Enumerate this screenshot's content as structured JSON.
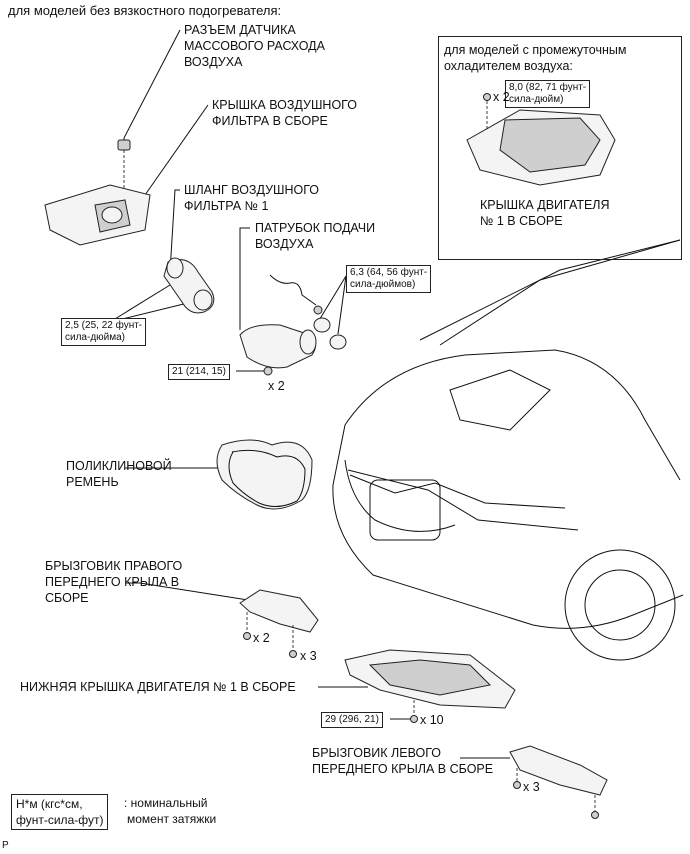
{
  "header": "для моделей без вязкостного подогревателя:",
  "inset": {
    "title_line1": "для моделей с промежуточным",
    "title_line2": "охладителем воздуха:",
    "torque_line1": "8,0 (82, 71 фунт-",
    "torque_line2": "сила-дюйм)",
    "qty": "x 2",
    "part_line1": "КРЫШКА ДВИГАТЕЛЯ",
    "part_line2": "№ 1 В СБОРЕ"
  },
  "labels": {
    "maf_1": "РАЗЪЕМ ДАТЧИКА",
    "maf_2": "МАССОВОГО РАСХОДА",
    "maf_3": "ВОЗДУХА",
    "filter_1": "КРЫШКА ВОЗДУШНОГО",
    "filter_2": "ФИЛЬТРА В СБОРЕ",
    "hose_1": "ШЛАНГ ВОЗДУШНОГО",
    "hose_2": "ФИЛЬТРА № 1",
    "intake_1": "ПАТРУБОК ПОДАЧИ",
    "intake_2": "ВОЗДУХА",
    "belt_1": "ПОЛИКЛИНОВОЙ",
    "belt_2": "РЕМЕНЬ",
    "rshield_1": "БРЫЗГОВИК ПРАВОГО",
    "rshield_2": "ПЕРЕДНЕГО КРЫЛА В",
    "rshield_3": "СБОРЕ",
    "under": "НИЖНЯЯ КРЫШКА ДВИГАТЕЛЯ № 1 В СБОРЕ",
    "lshield_1": "БРЫЗГОВИК ЛЕВОГО",
    "lshield_2": "ПЕРЕДНЕГО КРЫЛА В СБОРЕ"
  },
  "torques": {
    "hose_1": "2,5 (25, 22 фунт-",
    "hose_2": "сила-дюйма)",
    "clamp_1": "6,3 (64, 56 фунт-",
    "clamp_2": "сила-дюймов)",
    "intake": "21 (214, 15)",
    "under": "29 (296, 21)"
  },
  "quantities": {
    "intake": "x 2",
    "rshield_a": "x 2",
    "rshield_b": "x 3",
    "under": "x 10",
    "lshield": "x 3"
  },
  "legend": {
    "line1": "Н*м (кгс*см,",
    "line2": "фунт-сила-фут)",
    "desc1": ": номинальный",
    "desc2": "момент затяжки"
  },
  "footer_code": "P"
}
